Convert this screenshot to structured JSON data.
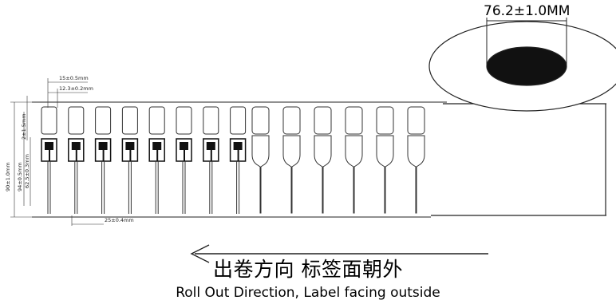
{
  "roll": {
    "core_diameter_label": "76.2±1.0MM"
  },
  "dimensions": {
    "pitch_label": "15±0.5mm",
    "label_width_label": "12.3±0.2mm",
    "web_height_label": "90±1.0mm",
    "label_height_label": "94±0.5mm",
    "antenna_height_label": "62.5±0.3mm",
    "head_height_label": "2±1.5mm",
    "bottom_label": "25±0.4mm"
  },
  "labels": {
    "chip_count": 8,
    "blank_count": 6
  },
  "caption": {
    "cn": "出卷方向 标签面朝外",
    "en": "Roll Out Direction, Label facing outside"
  }
}
